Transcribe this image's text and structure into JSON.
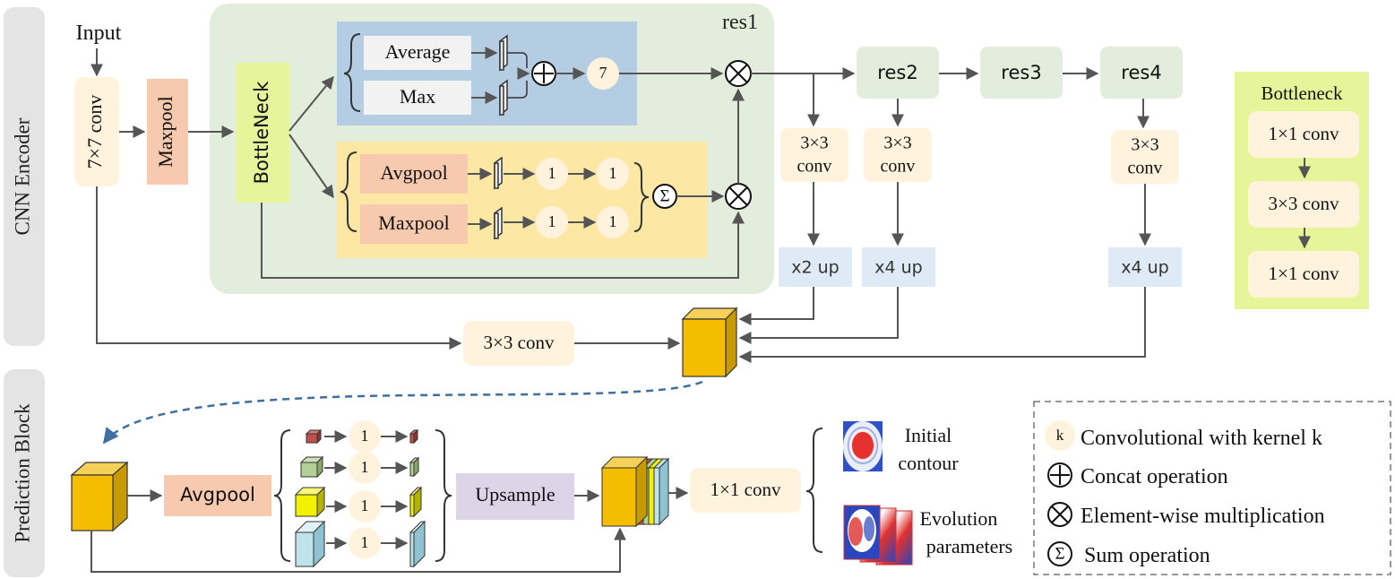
{
  "sections": {
    "encoder": "CNN Encoder",
    "prediction": "Prediction Block"
  },
  "encoder": {
    "input": "Input",
    "conv7": "7×7 conv",
    "maxpool": "Maxpool",
    "bottleneck": "BottleNeck",
    "res1": "res1",
    "channel_branch": {
      "average": "Average",
      "max": "Max",
      "kernel": "7"
    },
    "spatial_branch": {
      "avgpool": "Avgpool",
      "maxpool": "Maxpool",
      "kernel": "1"
    },
    "res2": "res2",
    "res3": "res3",
    "res4": "res4",
    "side_convs": {
      "line1": "3×3",
      "line2": "conv"
    },
    "ups": [
      "x2 up",
      "x4 up",
      "x4 up"
    ],
    "skip_conv": "3×3 conv"
  },
  "bottleneck_legend": {
    "title": "Bottleneck",
    "steps": [
      "1×1 conv",
      "3×3 conv",
      "1×1 conv"
    ]
  },
  "prediction": {
    "avgpool": "Avgpool",
    "kernel": "1",
    "upsample": "Upsample",
    "conv1": "1×1 conv",
    "outputs": {
      "initial_1": "Initial",
      "initial_2": "contour",
      "evolution_1": "Evolution",
      "evolution_2": "parameters"
    },
    "pyramid_colors": [
      "#c0504d",
      "#b3cf95",
      "#f2f200",
      "#bfe3ec"
    ]
  },
  "legend": {
    "kernel_symbol": "k",
    "kernel_text": "Convolutional with kernel k",
    "concat_text": "Concat operation",
    "mult_text": "Element-wise multiplication",
    "sum_text": "Sum operation"
  },
  "colors": {
    "res_block_bg": "#e2eedb",
    "channel_bg": "#b5cde2",
    "spatial_bg": "#fde7a4",
    "maxpool_orange": "#f7c9ae",
    "bottleneck_green": "#e7f59a",
    "conv_cream": "#fff3de",
    "up_blue": "#deeaf6",
    "upsample_purple": "#ddd4e8",
    "feature_gold": "#f5bd00",
    "arrow_gray": "#555555",
    "dashed_blue": "#3f6ea0",
    "section_gray": "#e4e4e4"
  }
}
